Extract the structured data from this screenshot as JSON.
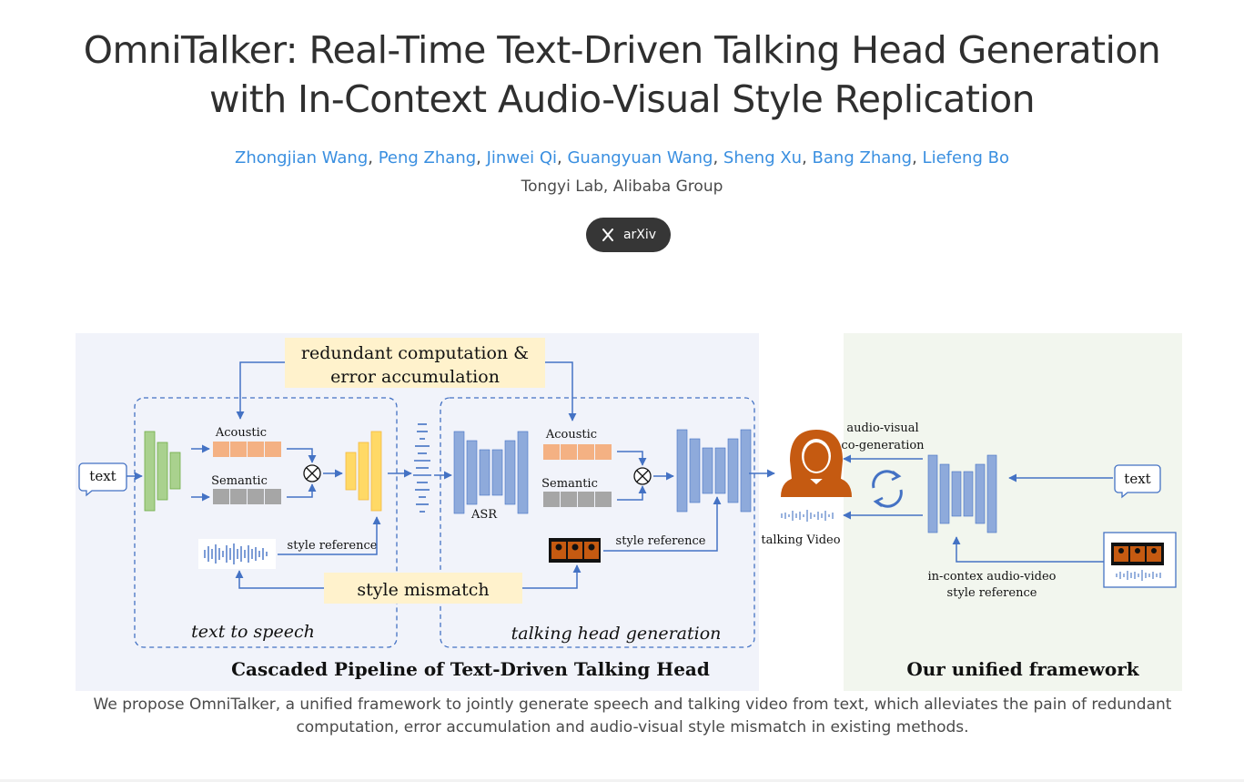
{
  "header": {
    "title_line1": "OmniTalker: Real-Time Text-Driven Talking Head Generation",
    "title_line2": "with In-Context Audio-Visual Style Replication",
    "authors": [
      {
        "name": "Zhongjian Wang"
      },
      {
        "name": "Peng Zhang"
      },
      {
        "name": "Jinwei Qi"
      },
      {
        "name": "Guangyuan Wang"
      },
      {
        "name": "Sheng Xu"
      },
      {
        "name": "Bang Zhang"
      },
      {
        "name": "Liefeng Bo"
      }
    ],
    "separator": ", ",
    "affiliation": "Tongyi Lab, Alibaba Group",
    "arxiv_label": "arXiv",
    "arxiv_icon": "arxiv-x-icon"
  },
  "figure": {
    "redundant_line1": "redundant computation &",
    "redundant_line2": "error accumulation",
    "style_mismatch": "style mismatch",
    "text_input_left": "text",
    "acoustic_left": "Acoustic",
    "semantic_left": "Semantic",
    "style_reference_left": "style reference",
    "tts_label": "text to speech",
    "asr_label": "ASR",
    "acoustic_right": "Acoustic",
    "semantic_right": "Semantic",
    "style_reference_right": "style reference",
    "thg_label": "talking head generation",
    "talking_video": "talking Video",
    "av_cogen_line1": "audio-visual",
    "av_cogen_line2": "co-generation",
    "text_input_right": "text",
    "incontext_line1": "in-contex audio-video",
    "incontext_line2": "style reference",
    "cascaded_title": "Cascaded Pipeline of Text-Driven Talking Head",
    "unified_title": "Our unified framework",
    "colors": {
      "left_bg": "#f1f3fa",
      "right_bg": "#f2f6ee",
      "blue_block": "#8eaadb",
      "green_block": "#a9d18e",
      "yellow_block": "#ffd966",
      "orange_token": "#f4b183",
      "gray_token": "#a6a6a6",
      "avatar": "#c55a11",
      "arrow": "#4472c4",
      "highlight": "#fff2cc"
    }
  },
  "caption": {
    "line1": "We propose OmniTalker, a unified framework to jointly generate speech and talking video from text, which alleviates the pain of redundant",
    "line2": "computation, error accumulation and audio-visual style mismatch in existing methods."
  }
}
